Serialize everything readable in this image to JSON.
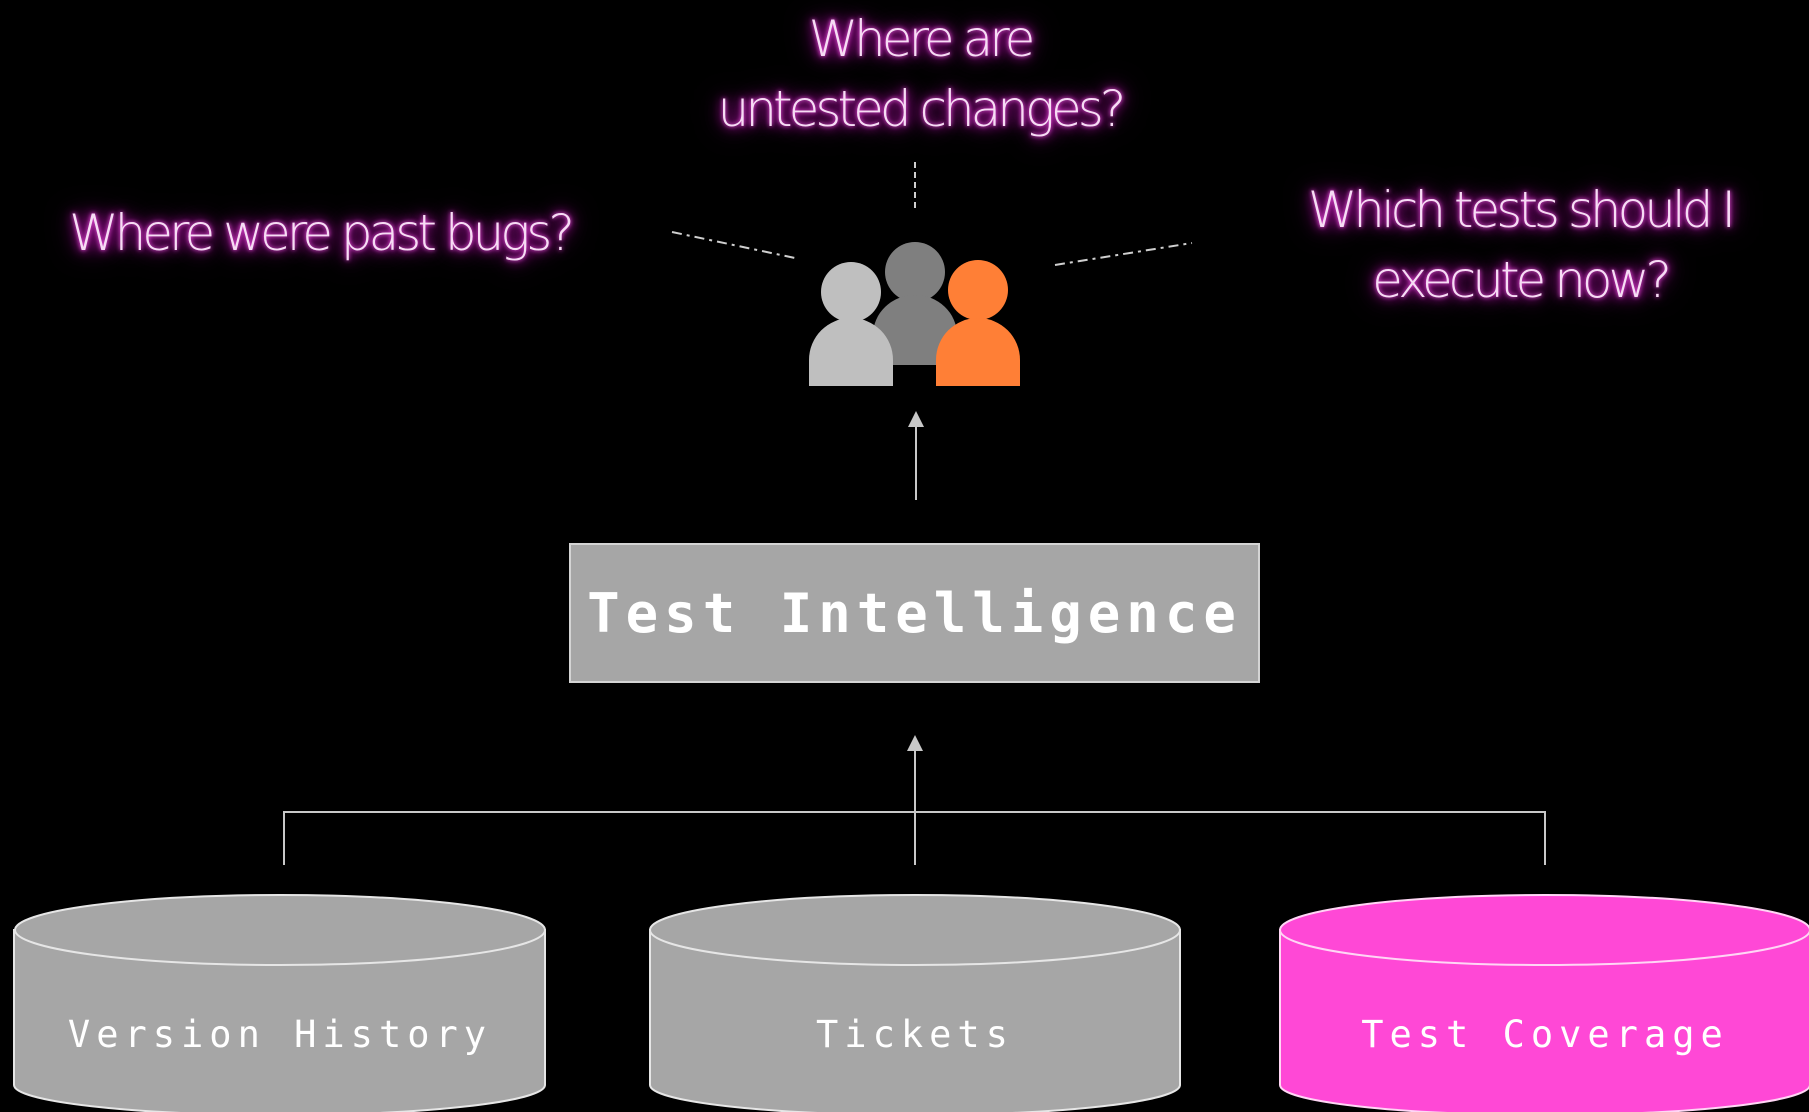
{
  "questions": {
    "untested_changes": "Where are untested changes?",
    "past_bugs": "Where were past bugs?",
    "which_tests": "Which tests should I execute now?"
  },
  "center_box": {
    "label": "Test Intelligence"
  },
  "data_sources": [
    {
      "label": "Version History",
      "color": "#a6a6a6"
    },
    {
      "label": "Tickets",
      "color": "#a6a6a6"
    },
    {
      "label": "Test Coverage",
      "color": "#ff48d6"
    }
  ],
  "users_icon": {
    "name": "users-group-icon",
    "colors": [
      "#bfbfbf",
      "#7f7f7f",
      "#ff7f36"
    ]
  },
  "colors": {
    "background": "#000000",
    "neon_glow": "#e020d0",
    "connector": "#c8c8c8"
  }
}
